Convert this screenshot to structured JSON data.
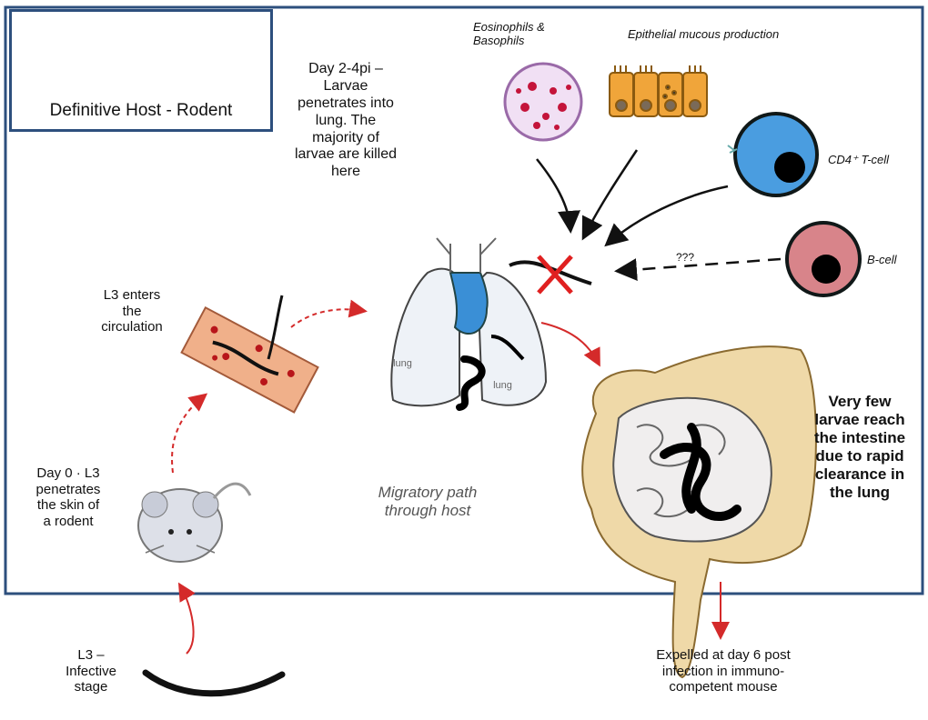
{
  "host_label": "Definitive Host - Rodent",
  "lung_stage": "Day 2-4pi –\nLarvae\npenetrates into\nlung. The\nmajority of\nlarvae are killed\nhere",
  "cells": {
    "eosinophils": "Eosinophils &\nBasophils",
    "epithelial": "Epithelial mucous production",
    "cd4": "CD4⁺ T-cell",
    "bcell": "B-cell",
    "unknown": "???"
  },
  "circulation_stage": "L3 enters\nthe\ncirculation",
  "skin_stage": "Day 0 · L3\npenetrates\nthe skin of\na rodent",
  "infective_stage": "L3 –\nInfective\nstage",
  "migratory_path": "Migratory path\nthrough host",
  "intestine_note": "Very  few\nlarvae reach\nthe intestine\ndue to rapid\nclearance in\nthe lung",
  "expelled_note": "Expelled at day 6 post\ninfection in immuno-\ncompetent mouse",
  "organ_labels": {
    "lung_left": "lung",
    "lung_right": "lung"
  },
  "colors": {
    "frame": "#2d4f7d",
    "lung_blue": "#3a8fd6",
    "cd4_cell": "#4a9de0",
    "bcell": "#d8848a",
    "red_arrow": "#d42a2a",
    "cross": "#e02020",
    "intestine_wall": "#efd9a8"
  }
}
